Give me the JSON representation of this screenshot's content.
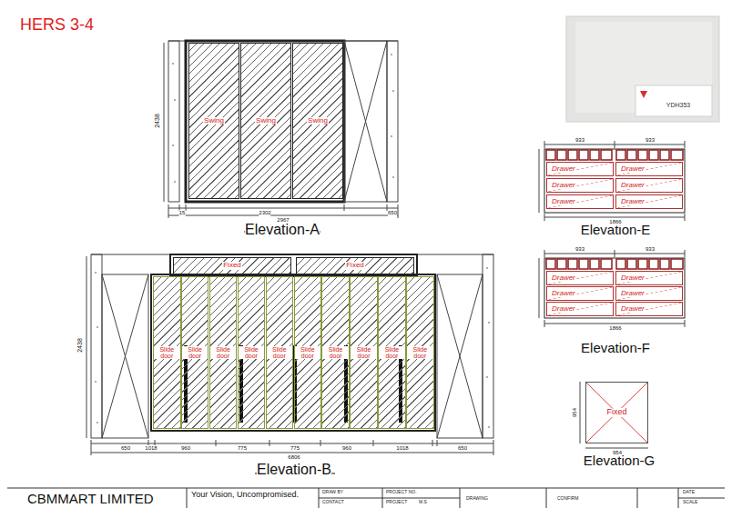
{
  "diagram": {
    "title": "HERS 3-4",
    "nodes": [
      {
        "text": [
          "Swing"
        ]
      },
      {
        "text": [
          "Swing"
        ]
      },
      {
        "text": [
          "Swing"
        ]
      },
      {
        "text": [
          "Fixed"
        ]
      },
      {
        "text": [
          "Fixed"
        ]
      },
      {
        "text": [
          "Slide door"
        ]
      },
      {
        "text": [
          "Slide door"
        ]
      },
      {
        "text": [
          "Slide door"
        ]
      },
      {
        "text": [
          "Slide door"
        ]
      },
      {
        "text": [
          "Slide door"
        ]
      },
      {
        "text": [
          "Slide door"
        ]
      },
      {
        "text": [
          "Slide door"
        ]
      },
      {
        "text": [
          "Slide door"
        ]
      },
      {
        "text": [
          "Slide door"
        ]
      },
      {
        "text": [
          "Slide door"
        ]
      },
      {
        "text": [
          "Drawer"
        ]
      },
      {
        "text": [
          "Drawer"
        ]
      },
      {
        "text": [
          "Drawer"
        ]
      },
      {
        "text": [
          "Drawer"
        ]
      },
      {
        "text": [
          "Drawer"
        ]
      },
      {
        "text": [
          "Drawer"
        ]
      },
      {
        "text": [
          "Drawer"
        ]
      },
      {
        "text": [
          "Drawer"
        ]
      },
      {
        "text": [
          "Drawer"
        ]
      },
      {
        "text": [
          "Drawer"
        ]
      },
      {
        "text": [
          "Drawer"
        ]
      },
      {
        "text": [
          "Drawer"
        ]
      },
      {
        "text": [
          "Fixed"
        ]
      }
    ],
    "labels": [
      "Elevation-A",
      "Elevation-B",
      "Elevation-E",
      "Elevation-F",
      "Elevation-G",
      "2438",
      "15",
      "2302",
      "650",
      "2967",
      "2438",
      "650",
      "1018",
      "960",
      "775",
      "775",
      "960",
      "1018",
      "650",
      "6806",
      "933",
      "933",
      "1866",
      "933",
      "933",
      "1866",
      "954",
      "954",
      "YDH353",
      "CBMMART LIMITED",
      "Your Vision, Uncompromised.",
      "DRAW BY",
      "CONTACT",
      "PROJECT NO.",
      "PROJECT",
      "M.S",
      "DRAWING",
      "CONFIRM",
      "DATE",
      "SCALE"
    ]
  }
}
